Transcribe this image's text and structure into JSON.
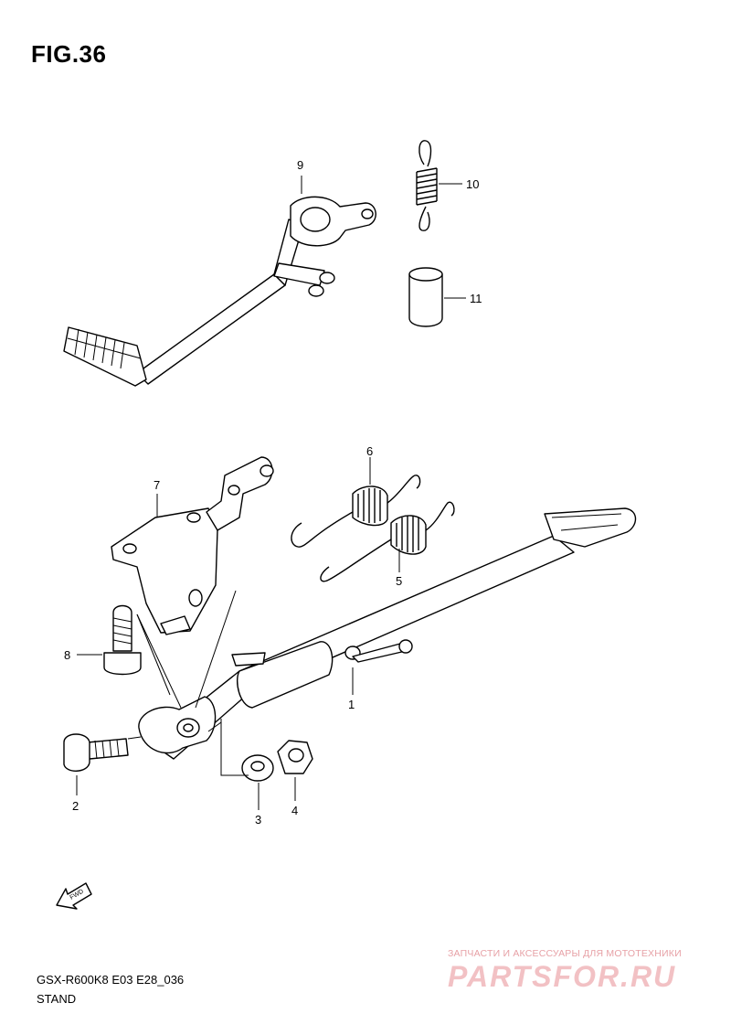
{
  "figure": {
    "title": "FIG.36"
  },
  "callouts": {
    "p1": "1",
    "p2": "2",
    "p3": "3",
    "p4": "4",
    "p5": "5",
    "p6": "6",
    "p7": "7",
    "p8": "8",
    "p9": "9",
    "p10": "10",
    "p11": "11"
  },
  "fwd_arrow": {
    "label": "FWD"
  },
  "footer": {
    "model_code": "GSX-R600K8 E03 E28_036",
    "section_name": "STAND"
  },
  "watermark": {
    "tagline": "ЗАПЧАСТИ И АКСЕССУАРЫ ДЛЯ МОТОТЕХНИКИ",
    "logo": "PARTSFOR.RU"
  }
}
